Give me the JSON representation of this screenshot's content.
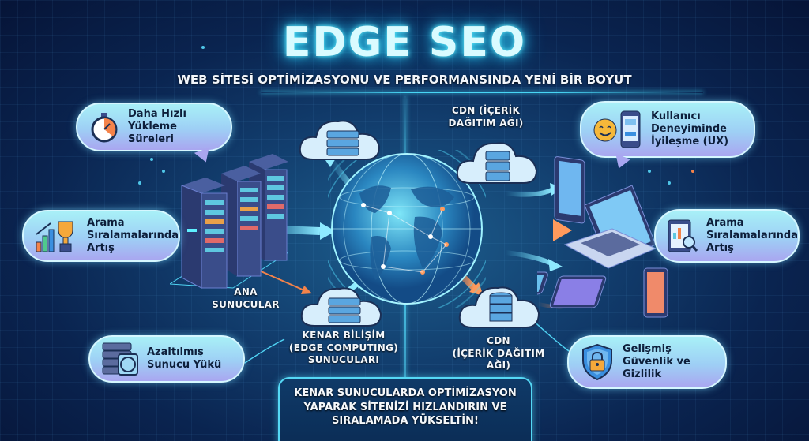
{
  "header": {
    "title": "EDGE SEO",
    "subtitle": "WEB SİTESİ OPTİMİZASYONU VE PERFORMANSINDA YENİ BİR BOYUT"
  },
  "left_benefits": [
    {
      "icon": "stopwatch-icon",
      "line1": "Daha Hızlı",
      "line2": "Yükleme Süreleri"
    },
    {
      "icon": "trophy-chart-icon",
      "line1": "Arama",
      "line2": "Sıralamalarında",
      "line3": "Artış"
    },
    {
      "icon": "server-fan-icon",
      "line1": "Azaltılmış",
      "line2": "Sunucu Yükü"
    }
  ],
  "right_benefits": [
    {
      "icon": "smiley-phone-icon",
      "line1": "Kullanıcı",
      "line2": "Deneyiminde",
      "line3": "İyileşme (UX)"
    },
    {
      "icon": "tablet-search-icon",
      "line1": "Arama",
      "line2": "Sıralamalarında",
      "line3": "Artış"
    },
    {
      "icon": "shield-lock-icon",
      "line1": "Gelişmiş",
      "line2": "Güvenlik ve",
      "line3": "Gizlilik"
    }
  ],
  "diagram_labels": {
    "main_servers": [
      "ANA",
      "SUNUCULAR"
    ],
    "edge_servers": [
      "KENAR BİLİŞİM",
      "(EDGE COMPUTING)",
      "SUNUCULARI"
    ],
    "cdn_top": [
      "CDN (İÇERİK",
      "DAĞITIM AĞI)"
    ],
    "cdn_bottom": [
      "CDN",
      "(İÇERİK DAĞITIM AĞI)"
    ]
  },
  "cta": {
    "line1": "KENAR SUNUCULARDA OPTİMİZASYON",
    "line2": "YAPARAK SİTENİZİ HIZLANDIRIN VE",
    "line3": "SIRALAMADA YÜKSELTİN!"
  },
  "colors": {
    "background": "#0a2450",
    "glow_cyan": "#4fd3f3",
    "bubble_top": "#a8f0f7",
    "bubble_bottom": "#a9a6f0",
    "arrow_orange": "#f4834a",
    "arrow_blue": "#5fd6f5"
  }
}
